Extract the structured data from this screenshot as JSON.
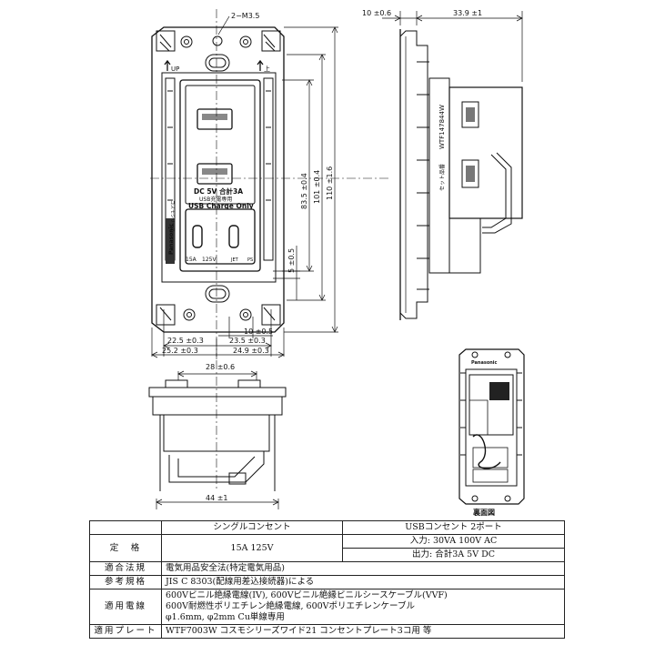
{
  "front_view": {
    "screw_label": "2−M3.5",
    "up_left": "UP",
    "up_right": "上",
    "usb_text_1": "DC 5V 合計3A",
    "usb_text_2": "USB充電専用",
    "usb_text_3": "USB Charge Only",
    "rating_left": "15A",
    "rating_right": "125V",
    "mark_jet": "JET",
    "mark_ps": "PS",
    "side_brand": "Panasonic",
    "side_text": "コスモシリーズ"
  },
  "dimensions": {
    "d_83_5": "83.5 ±0.4",
    "d_101": "101 ±0.4",
    "d_110": "110 ±1.6",
    "d_5": "5 ±0.5",
    "d_10a": "10 ±0.5",
    "d_22_5": "22.5 ±0.3",
    "d_23_5": "23.5 ±0.3",
    "d_25_2": "25.2 ±0.3",
    "d_24_9": "24.9 ±0.3",
    "d_10b": "10 ±0.6",
    "d_33_9": "33.9 ±1",
    "d_28": "28 ±0.6",
    "d_44": "44 ±1"
  },
  "side_view": {
    "label_model": "WTF147844W",
    "label_set": "セット品番"
  },
  "rear_view": {
    "caption": "裏面図",
    "brand": "Panasonic"
  },
  "spec_table": {
    "col_single": "シングルコンセント",
    "col_usb": "USBコンセント 2ポート",
    "row_rating_label": "定　格",
    "rating_single": "15A 125V",
    "rating_input": "入力: 30VA 100V AC",
    "rating_output": "出力: 合計3A 5V DC",
    "row_law_label": "適合法規",
    "law_value": "電気用品安全法(特定電気用品)",
    "row_std_label": "参考規格",
    "std_value": "JIS C 8303(配線用差込接続器)による",
    "row_wire_label": "適用電線",
    "wire_line_1": "600Vビニル絶縁電線(IV), 600Vビニル絶縁ビニルシースケーブル(VVF)",
    "wire_line_2": "600V耐燃性ポリエチレン絶縁電線, 600Vポリエチレンケーブル",
    "wire_line_3": "φ1.6mm, φ2mm  Cu単線専用",
    "row_plate_label": "適用プレート",
    "plate_value": "WTF7003W コスモシリーズワイド21 コンセントプレート3コ用 等"
  }
}
